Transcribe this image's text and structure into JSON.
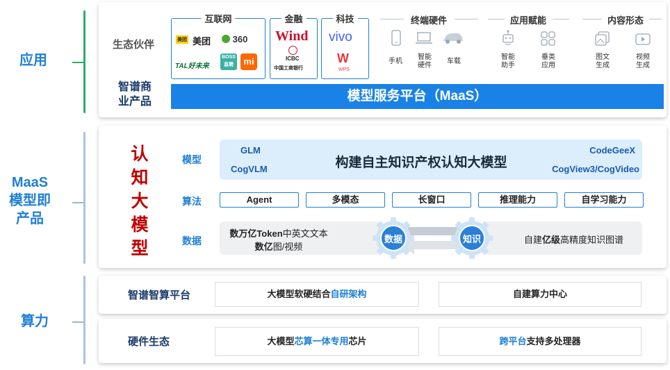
{
  "layers": {
    "application": "应用",
    "maas_line1": "MaaS",
    "maas_line2": "模型即",
    "maas_line3": "产品",
    "compute": "算力"
  },
  "application_panel": {
    "partners_label": "生态伙伴",
    "products_label_line1": "智谱商",
    "products_label_line2": "业产品",
    "maas_bar": "模型服务平台（MaaS）",
    "categories": {
      "internet": {
        "title": "互联网",
        "logos": [
          "美团",
          "美团",
          "360",
          "TAL好未来",
          "BOSS直聘",
          "mi"
        ]
      },
      "finance": {
        "title": "金融",
        "logos": [
          "Wind",
          "ICBC",
          "中国工商银行"
        ]
      },
      "tech": {
        "title": "科技",
        "logos": [
          "vivo",
          "WPS"
        ]
      },
      "hardware": {
        "title": "终端硬件",
        "items": [
          "手机",
          "智能硬件",
          "车载"
        ]
      },
      "app_empower": {
        "title": "应用赋能",
        "items": [
          "智能助手",
          "垂类应用"
        ]
      },
      "content": {
        "title": "内容形态",
        "items": [
          "图文生成",
          "视频生成"
        ]
      }
    }
  },
  "model_panel": {
    "side_title": [
      "认",
      "知",
      "大",
      "模",
      "型"
    ],
    "rows": {
      "model": "模型",
      "algo": "算法",
      "data": "数据"
    },
    "model_bar": {
      "center": "构建自主知识产权认知大模型",
      "glm": "GLM",
      "cogvlm": "CogVLM",
      "codegeex": "CodeGeeX",
      "cogview": "CogView3/CogVideo"
    },
    "algorithms": [
      "Agent",
      "多模态",
      "长窗口",
      "推理能力",
      "自学习能力"
    ],
    "data_left": {
      "line1_bold": "数万亿Token",
      "line1_rest": "中英文文本",
      "line2_bold": "数亿",
      "line2_rest": "图/视频"
    },
    "gear_data": "数据",
    "gear_knowledge": "知识",
    "data_right": {
      "prefix": "自建",
      "bold": "亿级",
      "suffix": "高精度知识图谱"
    }
  },
  "compute_panel": {
    "platform_label": "智谱智算平台",
    "platform_cell1_prefix": "大模型软硬结合",
    "platform_cell1_accent": "自研架构",
    "platform_cell2": "自建算力中心",
    "hardware_label": "硬件生态",
    "hardware_cell1_prefix": "大模型",
    "hardware_cell1_accent": "芯算一体专用",
    "hardware_cell1_suffix": "芯片",
    "hardware_cell2_accent": "跨平台",
    "hardware_cell2_suffix": "支持多处理器"
  },
  "colors": {
    "accent_blue": "#1e7fd6",
    "maas_bar": "#1a82e6",
    "title_red": "#c00000",
    "app_bracket": "#2eab6b",
    "model_bar_bg": "#dcedfb",
    "gear_blue": "#2a7fd8",
    "gear_halo": "#cfe3f7"
  },
  "icons": [
    "phone-icon",
    "laptop-icon",
    "car-icon",
    "robot-icon",
    "grid-icon",
    "image-text-icon",
    "video-icon",
    "cycle-arrow-icon",
    "gear-icon"
  ]
}
